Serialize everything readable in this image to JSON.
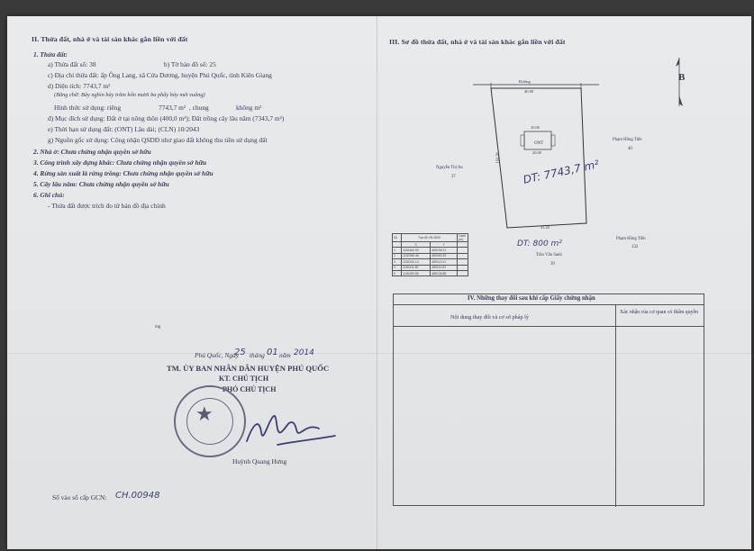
{
  "left": {
    "section2_title": "II. Thửa đất, nhà ở và tài sản khác gắn liền với đất",
    "land_heading": "1. Thửa đất:",
    "parcel_no": "a) Thửa đất số: 38",
    "map_sheet": "b) Tờ bản đồ số: 25",
    "address": "c) Địa chỉ thửa đất: ấp Ông Lang, xã Cửa Dương, huyện Phú Quốc, tỉnh Kiên Giang",
    "area": "d) Diện tích: 7743,7 m²",
    "area_words": "(Bằng chữ: Bảy nghìn bảy trăm bốn mươi ba phẩy bảy mét vuông)",
    "use_form": "Hình thức sử dụng: riêng",
    "use_form_private_value": "7743,7 m²",
    "use_form_common": ", chung",
    "use_form_common_value": "không m²",
    "purpose": "đ) Mục đích sử dụng: Đất ở tại nông thôn (400,0 m²); Đất trồng cây lâu năm (7343,7 m²)",
    "duration": "e) Thời hạn sử dụng đất: (ONT) Lâu dài; (CLN) 10/2043",
    "origin": "g) Nguồn gốc sử dụng: Công nhận QSDĐ như giao đất không thu tiền sử dụng đất",
    "house": "2. Nhà ở: Chưa chứng nhận quyền sở hữu",
    "building": "3. Công trình xây dựng khác: Chưa chứng nhận quyền sở hữu",
    "forest": "4. Rừng sản xuất là rừng trồng: Chưa chứng nhận quyền sở hữu",
    "perennial": "5. Cây lâu năm: Chưa chứng nhận quyền sở hữu",
    "note_heading": "6. Ghi chú:",
    "note_text": "- Thửa đất được trích đo từ bản đồ địa chính",
    "small_mark": "mg",
    "date_place": "Phú Quốc, Ngày",
    "date_day": "25",
    "date_month_label": "tháng",
    "date_month": "01",
    "date_year_label": "năm",
    "date_year": "2014",
    "authority": "TM. ỦY BAN NHÂN DÂN HUYỆN PHÚ QUỐC",
    "on_behalf": "KT. CHỦ TỊCH",
    "vice_chair": "PHÓ CHỦ TỊCH",
    "signer": "Huỳnh Quang Hưng",
    "reg_label": "Số vào sổ cấp GCN:",
    "reg_number": "CH.00948"
  },
  "right": {
    "section3_title": "III. Sơ đồ thửa đất, nhà ở và tài sản khác gắn liền với đất",
    "north_letter": "B",
    "road_label": "Đường",
    "road_width": "40.00",
    "east_neighbor": "Phạm Hồng Tiến",
    "east_neighbor_no": "40",
    "west_neighbor": "Nguyễn Thị An",
    "west_neighbor_no": "37",
    "south_east_neighbor": "Phạm Hồng Tiến",
    "south_east_neighbor_no": "132",
    "south_neighbor": "Trần Văn Sanh",
    "south_neighbor_no": "39",
    "house_label": "ONT",
    "house_dim_top": "20.00",
    "house_dim_bottom": "20.00",
    "left_side_length": "193.78",
    "bottom_width": "41.20",
    "handwritten_area": "DT: 7743,7 m²",
    "handwritten_bottom": "DT: 800 m²",
    "coord_title": "Tọa độ VN-2000",
    "coord_headers": [
      "Số",
      "X",
      "Y",
      "Cạnh (m)"
    ],
    "coord_rows": [
      [
        "1",
        "1130464.90",
        "489158.21",
        ""
      ],
      [
        "2",
        "1130266.46",
        "489083.25",
        ""
      ],
      [
        "3",
        "1130242.14",
        "489113.31",
        ""
      ],
      [
        "4",
        "1130411.80",
        "489211.81",
        ""
      ],
      [
        "5",
        "1130259.86",
        "489136.88",
        ""
      ]
    ],
    "changes_title": "IV. Những thay đổi sau khi cấp Giấy chứng nhận",
    "changes_col1": "Nội dung thay đổi và cơ sở pháp lý",
    "changes_col2": "Xác nhận của cơ quan có thẩm quyền"
  },
  "colors": {
    "paper": "#e6e8ea",
    "ink": "#3a3a52",
    "handwriting": "#3b3f72"
  }
}
